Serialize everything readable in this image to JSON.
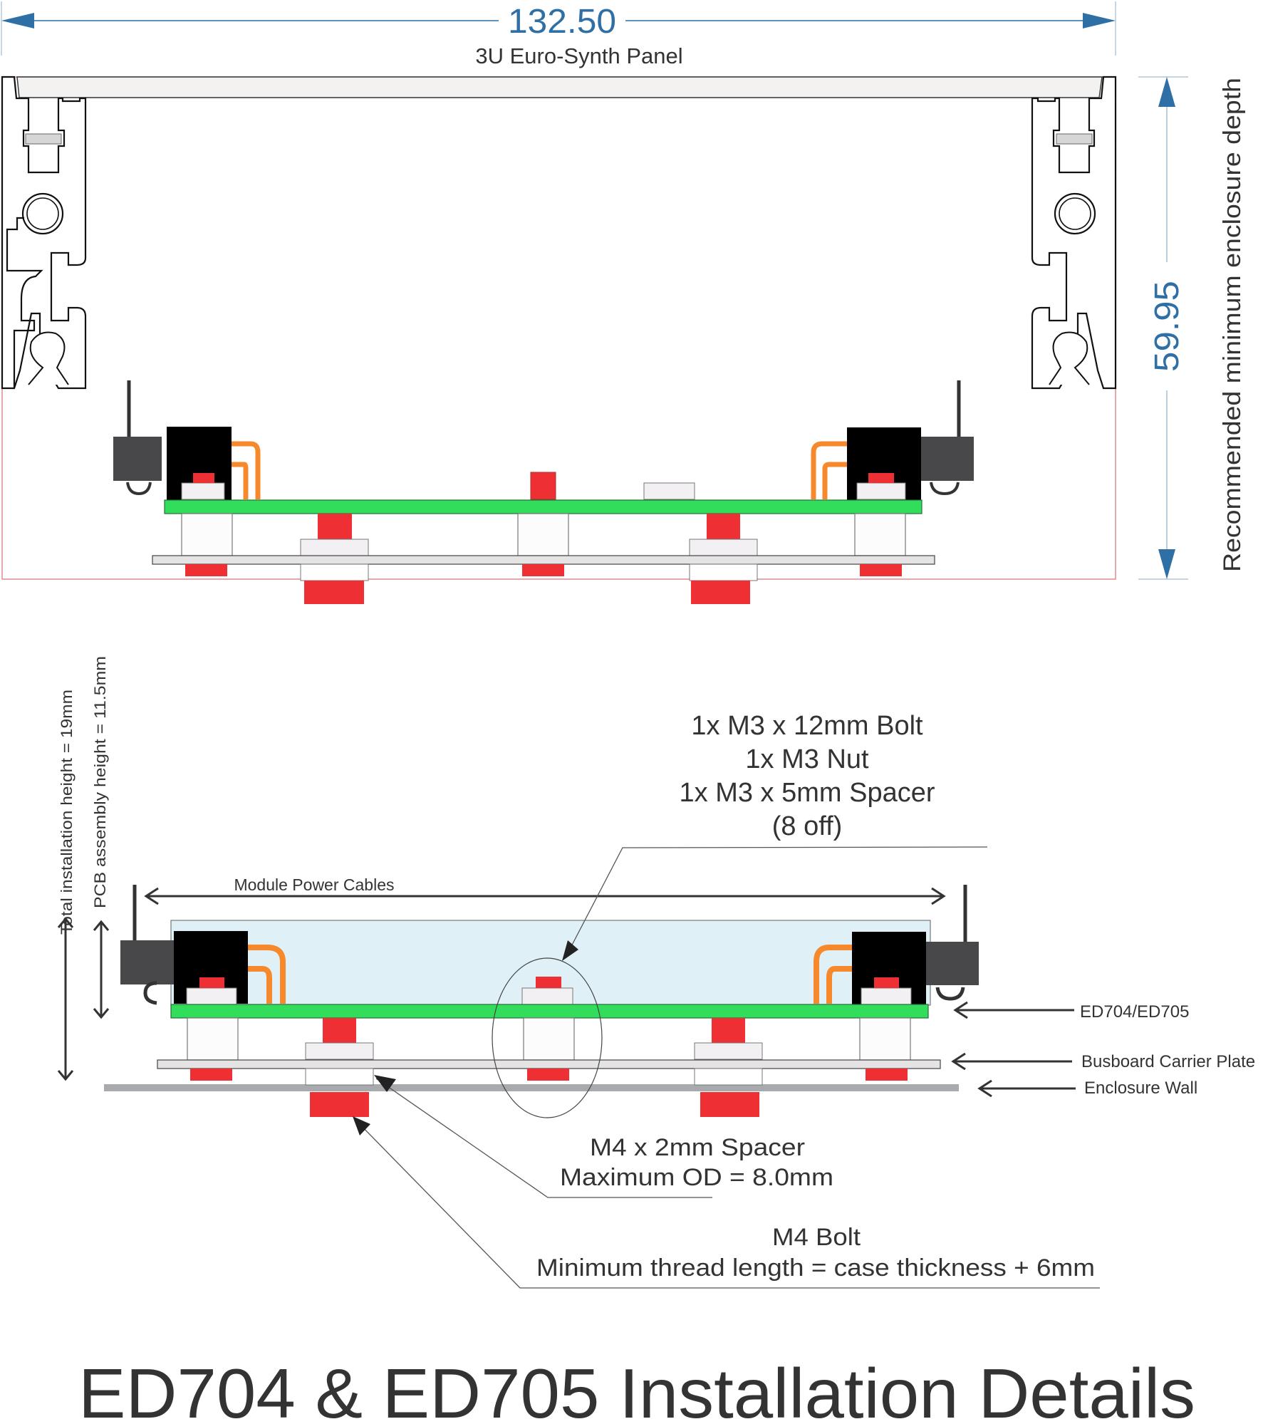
{
  "top_view": {
    "width_dimension": "132.50",
    "panel_label": "3U Euro-Synth Panel",
    "depth_dimension": "59.95",
    "depth_label": "Recommended minimum enclosure depth"
  },
  "side_view": {
    "total_height_label": "Total installation height = 19mm",
    "pcb_height_label": "PCB assembly height = 11.5mm",
    "power_cables_label": "Module Power Cables",
    "hardware_callout": {
      "lines": [
        "1x M3 x 12mm Bolt",
        "1x M3 Nut",
        "1x M3 x 5mm Spacer",
        "(8 off)"
      ]
    },
    "legend": {
      "board": "ED704/ED705",
      "carrier": "Busboard Carrier Plate",
      "wall": "Enclosure Wall"
    },
    "spacer_callout": {
      "lines": [
        "M4 x 2mm Spacer",
        "Maximum OD = 8.0mm"
      ]
    },
    "bolt_callout": {
      "lines": [
        "M4 Bolt",
        "Minimum thread length = case thickness + 6mm"
      ]
    }
  },
  "title": "ED704 & ED705 Installation Details",
  "colors": {
    "dimension": "#2e6fa6",
    "pcb": "#33dd5c",
    "hardware": "#ee3035",
    "cable": "#f7892d",
    "connector": "#000000",
    "plug": "#48484a",
    "carrier_plate": "#e5e3e3",
    "wall": "#a9aaad",
    "module_fill": "#dff0f6"
  }
}
